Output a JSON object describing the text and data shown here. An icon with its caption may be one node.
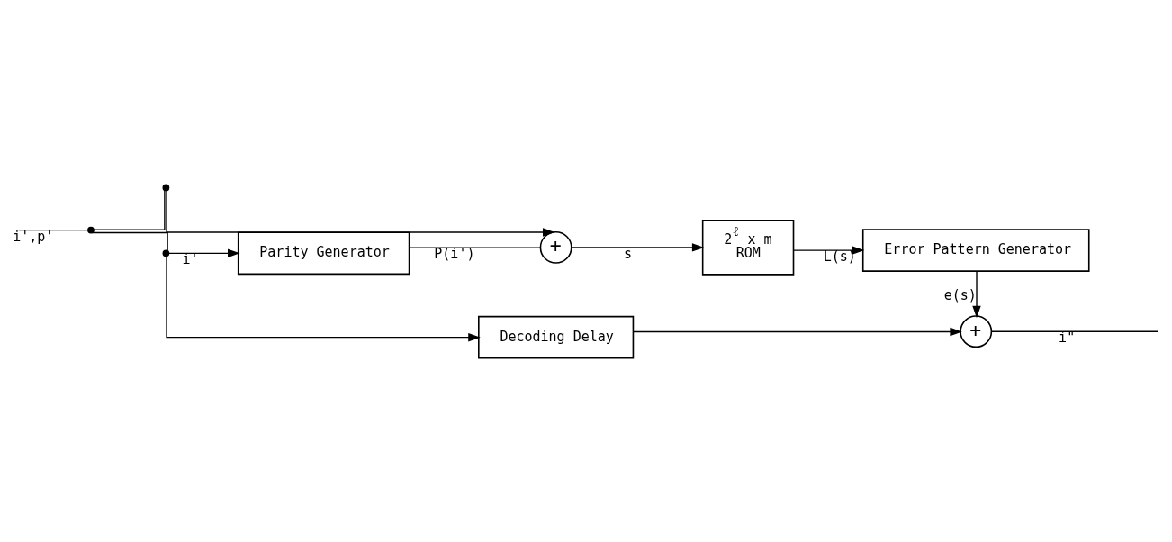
{
  "diagram": {
    "nodes": [
      {
        "text": [
          "Parity Generator"
        ]
      },
      {
        "text": [
          "+"
        ]
      },
      {
        "text": [
          "2$^{ℓ}$ x m",
          "ROM"
        ]
      },
      {
        "text": [
          "Error Pattern Generator"
        ]
      },
      {
        "text": [
          "Decoding Delay"
        ]
      },
      {
        "text": [
          "+"
        ]
      },
      {
        "text": [],
        "shape": "point"
      },
      {
        "text": [],
        "shape": "point"
      },
      {
        "text": [],
        "shape": "point"
      }
    ],
    "edges": [
      {
        "from": null,
        "to": 6,
        "arrow": "none",
        "label": "i',p'"
      },
      {
        "from": 6,
        "to": 7,
        "arrow": "none"
      },
      {
        "from": 6,
        "to": 8,
        "arrow": "none"
      },
      {
        "from": 7,
        "to": 1,
        "arrow": "to"
      },
      {
        "from": 8,
        "to": 0,
        "arrow": "to",
        "label": "i'"
      },
      {
        "from": 8,
        "to": 4,
        "arrow": "to"
      },
      {
        "from": 0,
        "to": 1,
        "arrow": "none",
        "label": "P(i')"
      },
      {
        "from": 1,
        "to": 2,
        "arrow": "to",
        "label": "s"
      },
      {
        "from": 2,
        "to": 3,
        "arrow": "to",
        "label": "L(s)"
      },
      {
        "from": 3,
        "to": 5,
        "arrow": "to",
        "label": "e(s)"
      },
      {
        "from": 4,
        "to": 5,
        "arrow": "to"
      },
      {
        "from": 5,
        "to": null,
        "arrow": "none",
        "label": "i\""
      }
    ]
  }
}
